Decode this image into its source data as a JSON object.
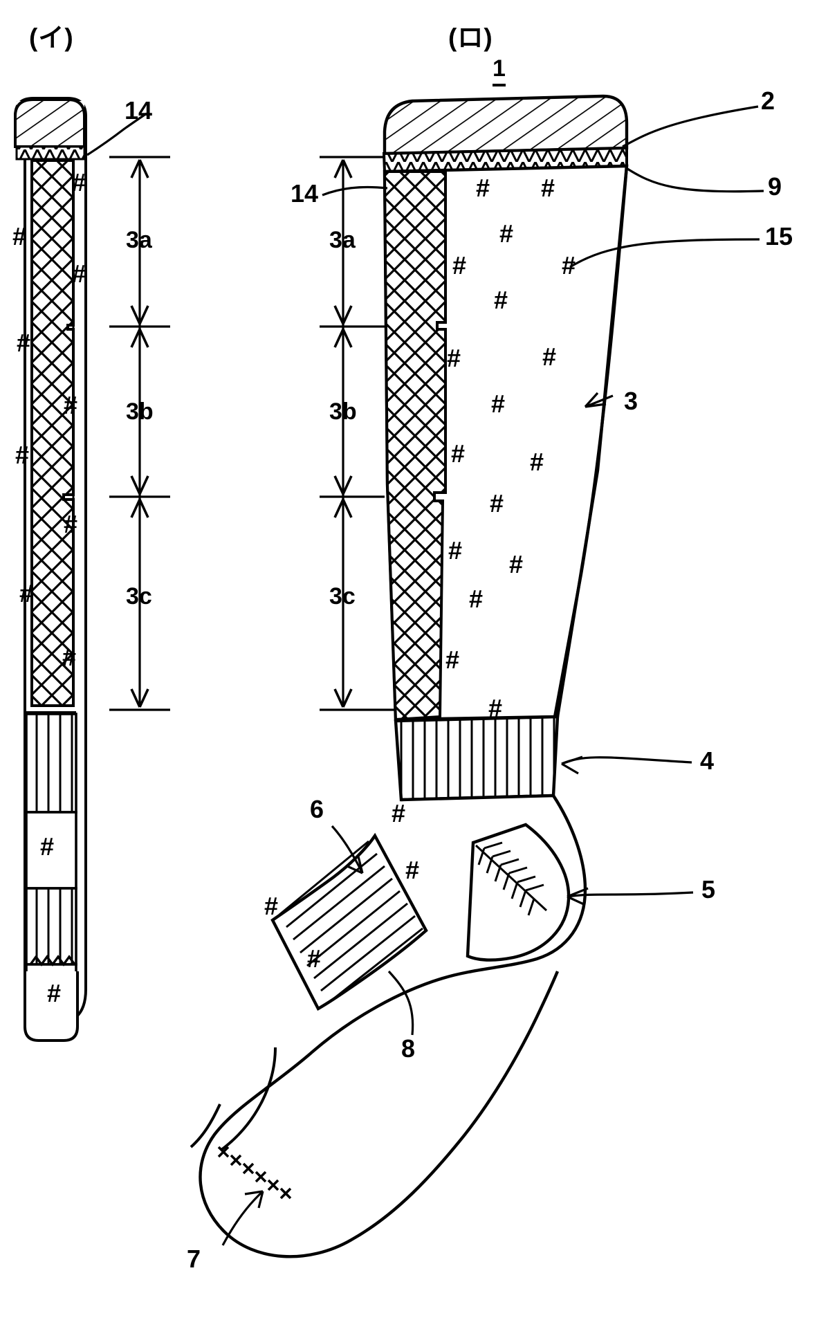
{
  "figure": {
    "type": "patent-drawing",
    "subject": "sock / stocking with leg sections",
    "background_color": "#ffffff",
    "ink_color": "#000000"
  },
  "panels": [
    {
      "id": "left",
      "tag": "(イ)",
      "name": "flat-view"
    },
    {
      "id": "right",
      "tag": "(ロ)",
      "name": "worn-view"
    }
  ],
  "right_panel_title": "1",
  "reference_numerals": {
    "n1": "1",
    "n2": "2",
    "n3": "3",
    "n4": "4",
    "n5": "5",
    "n6": "6",
    "n7": "7",
    "n8": "8",
    "n9": "9",
    "n14_left": "14",
    "n14_right": "14",
    "n15": "15"
  },
  "dimension_labels": {
    "left": {
      "a": "3a",
      "b": "3b",
      "c": "3c"
    },
    "right": {
      "a": "3a",
      "b": "3b",
      "c": "3c"
    }
  },
  "hatch_symbol": "#",
  "seam_symbol": "✕",
  "legend_note": ""
}
